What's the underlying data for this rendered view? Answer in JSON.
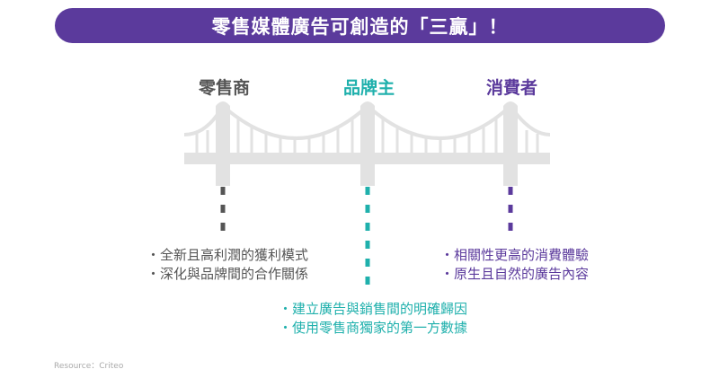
{
  "title": "零售媒體廣告可創造的「三贏」！",
  "colors": {
    "banner": "#5b3a9c",
    "retailer": "#555555",
    "brand": "#1fb0ac",
    "consumer": "#5b3a9c",
    "bridge": "#e2e2e2"
  },
  "pillars": {
    "retailer": {
      "label": "零售商",
      "points": [
        "全新且高利潤的獲利模式",
        "深化與品牌間的合作關係"
      ]
    },
    "brand": {
      "label": "品牌主",
      "points": [
        "建立廣告與銷售間的明確歸因",
        "使用零售商獨家的第一方數據"
      ]
    },
    "consumer": {
      "label": "消費者",
      "points": [
        "相關性更高的消費體驗",
        "原生且自然的廣告內容"
      ]
    }
  },
  "resource": "Resource：Criteo"
}
